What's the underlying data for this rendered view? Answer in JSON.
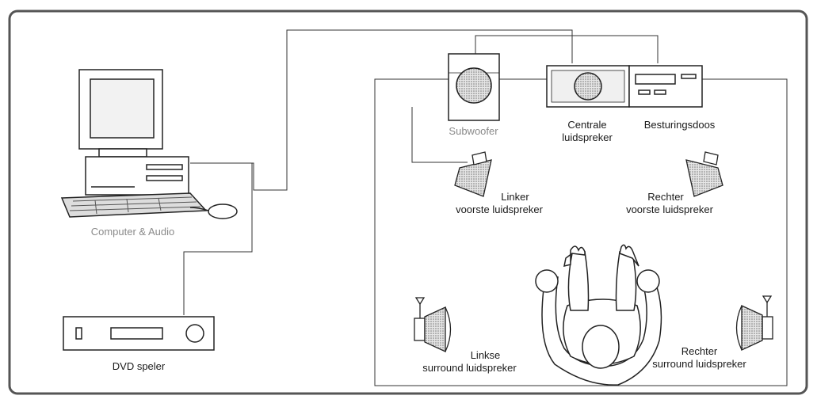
{
  "labels": {
    "computer": "Computer & Audio",
    "dvd": "DVD speler",
    "subwoofer": "Subwoofer",
    "center_line1": "Centrale",
    "center_line2": "luidspreker",
    "control": "Besturingsdoos",
    "front_left_line1": "Linker",
    "front_left_line2": "voorste luidspreker",
    "front_right_line1": "Rechter",
    "front_right_line2": "voorste luidspreker",
    "surround_left_line1": "Linkse",
    "surround_left_line2": "surround luidspreker",
    "surround_right_line1": "Rechter",
    "surround_right_line2": "surround luidspreker"
  },
  "icons": [
    "computer-icon",
    "dvd-player-icon",
    "subwoofer-icon",
    "center-speaker-icon",
    "control-box-icon",
    "front-speaker-icon",
    "surround-speaker-icon",
    "listener-icon"
  ],
  "colors": {
    "line": "#1a1a1a",
    "frame": "#555555",
    "muted_text": "#8a8a8a",
    "speaker_fill": "#c8c8c8"
  }
}
